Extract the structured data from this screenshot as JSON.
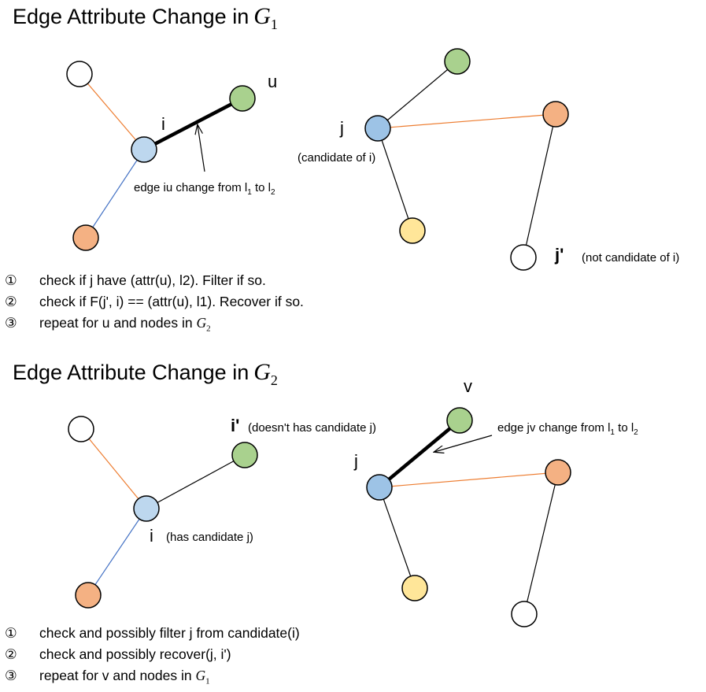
{
  "colors": {
    "white": "#ffffff",
    "blue": "#bdd7ee",
    "blue_dark": "#9dc3e6",
    "green": "#a9d18e",
    "orange": "#f4b183",
    "yellow": "#ffe699",
    "edge_orange": "#ed7d31",
    "edge_blue": "#4472c4",
    "edge_black": "#000000"
  },
  "section1": {
    "title_text": "Edge Attribute Change in",
    "title_graph": "G",
    "title_graph_sub": "1",
    "label_u": "u",
    "label_i": "i",
    "label_j": "j",
    "label_jprime": "j'",
    "candidate_of_i": "(candidate of i)",
    "not_candidate_of_i": "(not candidate of i)",
    "edge_note_prefix": "edge iu change from l",
    "edge_note_sub1": "1",
    "edge_note_mid": " to l",
    "edge_note_sub2": "2",
    "steps": [
      {
        "num": "①",
        "text": "check if j have (attr(u), l2). Filter if so."
      },
      {
        "num": "②",
        "text": "check if F(j', i) == (attr(u), l1). Recover if so."
      },
      {
        "num": "③",
        "text": "repeat for u and nodes in ",
        "graph": "G",
        "graph_sub": "2"
      }
    ]
  },
  "section2": {
    "title_text": "Edge Attribute Change in",
    "title_graph": "G",
    "title_graph_sub": "2",
    "label_v": "v",
    "label_iprime": "i'",
    "label_i": "i",
    "label_j": "j",
    "doesnt_has_candidate": "(doesn't has candidate j)",
    "has_candidate": "(has candidate j)",
    "edge_note_prefix": "edge jv change from l",
    "edge_note_sub1": "1",
    "edge_note_mid": " to l",
    "edge_note_sub2": "2",
    "steps": [
      {
        "num": "①",
        "text": "check and possibly filter j from candidate(i)"
      },
      {
        "num": "②",
        "text": "check and possibly recover(j, i')"
      },
      {
        "num": "③",
        "text": "repeat for v and nodes in ",
        "graph": "G",
        "graph_sub": "1"
      }
    ]
  }
}
